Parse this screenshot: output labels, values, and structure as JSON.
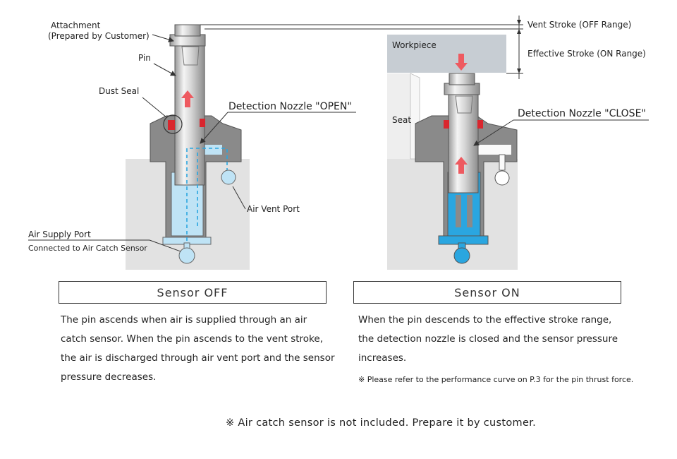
{
  "labels": {
    "attachment": "Attachment",
    "attachment_sub": "(Prepared by Customer)",
    "pin": "Pin",
    "dust_seal": "Dust Seal",
    "nozzle_open": "Detection Nozzle \"OPEN\"",
    "air_vent_port": "Air Vent Port",
    "air_supply_port": "Air Supply Port",
    "air_supply_sub": "Connected to Air Catch Sensor",
    "workpiece": "Workpiece",
    "seat": "Seat",
    "nozzle_close": "Detection Nozzle \"CLOSE\"",
    "vent_stroke": "Vent Stroke (OFF Range)",
    "effective_stroke": "Effective Stroke (ON Range)"
  },
  "sensor_off": {
    "title": "Sensor OFF",
    "lines": [
      "The pin ascends when air is supplied through an air",
      "catch sensor. When the pin ascends to the vent stroke,",
      "the air is discharged through air vent port and the sensor",
      "pressure decreases."
    ]
  },
  "sensor_on": {
    "title": "Sensor ON",
    "lines": [
      "When the pin descends to the effective stroke range,",
      "the detection nozzle is closed and the sensor pressure",
      "increases."
    ],
    "note": "※ Please refer to the performance curve on P.3 for the pin thrust force."
  },
  "footer_note": "※ Air catch sensor is not included. Prepare it by customer.",
  "colors": {
    "body_dark": "#8a8a8a",
    "bore_light": "#e2e2e2",
    "air_light": "#bfe3f5",
    "air_dark": "#2aa6e0",
    "seal_red": "#d9262e",
    "arrow_red": "#ee5a60"
  }
}
